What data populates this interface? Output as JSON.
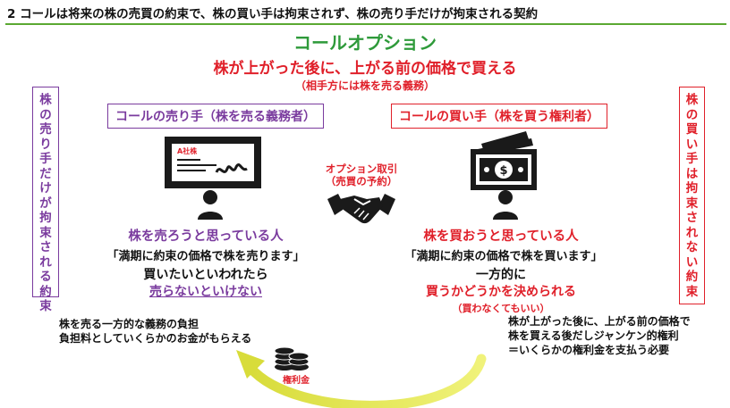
{
  "page": {
    "title": "2 コールは将来の株の売買の約束で、株の買い手は拘束されず、株の売り手だけが拘束される契約"
  },
  "diagram": {
    "heading": "コールオプション",
    "subheading": "株が上がった後に、上がる前の価格で買える",
    "note": "（相手方には株を売る義務）",
    "left_vertical": [
      "株",
      "の",
      "売",
      "り",
      "手",
      "だ",
      "け",
      "が",
      "拘",
      "束",
      "さ",
      "れ",
      "る",
      "約",
      "束"
    ],
    "right_vertical": [
      "株",
      "の",
      "買",
      "い",
      "手",
      "は",
      "拘",
      "束",
      "さ",
      "れ",
      "な",
      "い",
      "約",
      "束"
    ],
    "seller": {
      "role": "コールの売り手（株を売る義務者）",
      "certificate_label": "A社株",
      "intent": "株を売ろうと思っている人",
      "promise": "「満期に約束の価格で株を売ります」",
      "line1": "買いたいといわれたら",
      "line2": "売らないといけない"
    },
    "deal": {
      "label_line1": "オプション取引",
      "label_line2": "（売買の予約）"
    },
    "buyer": {
      "role": "コールの買い手（株を買う権利者）",
      "intent": "株を買おうと思っている人",
      "promise": "「満期に約束の価格で株を買います」",
      "line1": "一方的に",
      "line2": "買うかどうかを決められる",
      "line3": "（買わなくてもいい）"
    },
    "bottom_left": {
      "line1": "株を売る一方的な義務の負担",
      "line2": "負担料としていくらかのお金がもらえる"
    },
    "bottom_right": {
      "line1": "株が上がった後に、上がる前の価格で",
      "line2": "株を買える後だしジャンケン的権利",
      "line3": "＝いくらかの権利金を支払う必要"
    },
    "coin_label": "権利金"
  },
  "colors": {
    "green": "#2e9a3a",
    "red": "#e0202a",
    "purple": "#7a3b9e",
    "arrow_yellow": "#e4e64a"
  },
  "icons": [
    "stock-certificate-icon",
    "person-icon",
    "handshake-icon",
    "banknote-icon",
    "coin-stack-icon",
    "curved-arrow-icon"
  ]
}
